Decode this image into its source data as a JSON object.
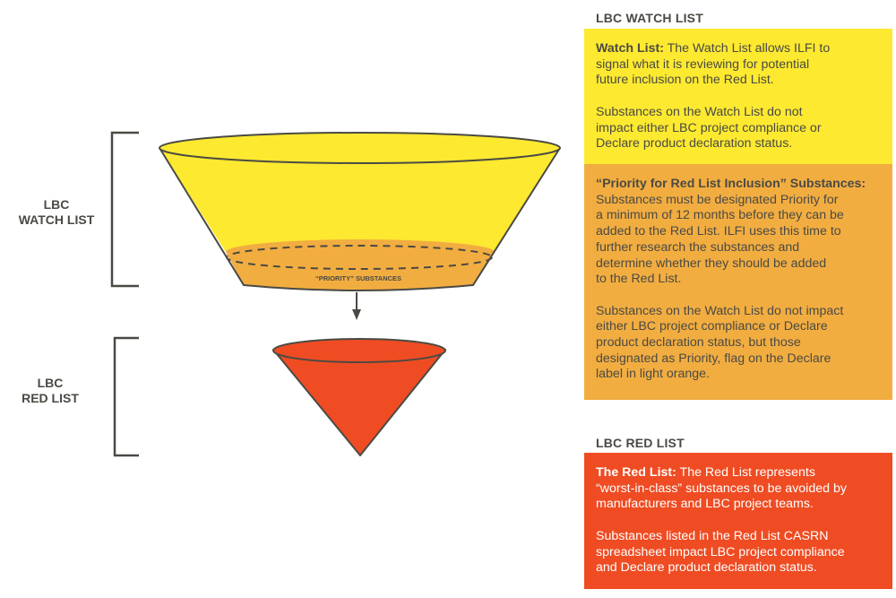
{
  "colors": {
    "watch": "#fde930",
    "priority": "#f2ad41",
    "red": "#ef4c23",
    "stroke": "#4a4a44"
  },
  "diagram": {
    "watch_label": [
      "LBC",
      "WATCH LIST"
    ],
    "red_label": [
      "LBC",
      "RED LIST"
    ],
    "priority_label": "“PRIORITY” SUBSTANCES"
  },
  "watch_section": {
    "heading": "LBC WATCH LIST",
    "boxes": [
      {
        "paragraphs": [
          {
            "bold": "Watch List:",
            "lines": [
              " The Watch List allows ILFI to",
              "signal what it is reviewing for potential",
              "future inclusion on the Red List."
            ]
          },
          {
            "bold": "",
            "lines": [
              "Substances on the Watch List do not",
              "impact either LBC project compliance or",
              "Declare product declaration status."
            ]
          }
        ]
      },
      {
        "paragraphs": [
          {
            "bold": "“Priority for Red List Inclusion” Substances:",
            "lines": [
              "",
              "Substances must be designated Priority for",
              "a minimum of 12 months before they can be",
              "added to the Red List. ILFI uses this time to",
              "further research the substances and",
              "determine whether they should be added",
              "to the Red List."
            ]
          },
          {
            "bold": "",
            "lines": [
              "Substances on the Watch List do not impact",
              "either LBC project compliance or Declare",
              "product declaration status, but those",
              "designated as Priority, flag on the Declare",
              "label in light orange."
            ]
          }
        ]
      }
    ]
  },
  "red_section": {
    "heading": "LBC RED LIST",
    "paragraphs": [
      {
        "bold": "The Red List:",
        "lines": [
          " The Red List represents",
          "“worst-in-class” substances to be avoided by",
          "manufacturers and LBC project teams."
        ]
      },
      {
        "bold": "",
        "lines": [
          "Substances listed in the Red List CASRN",
          "spreadsheet impact LBC project compliance",
          "and Declare product declaration status."
        ]
      }
    ]
  }
}
